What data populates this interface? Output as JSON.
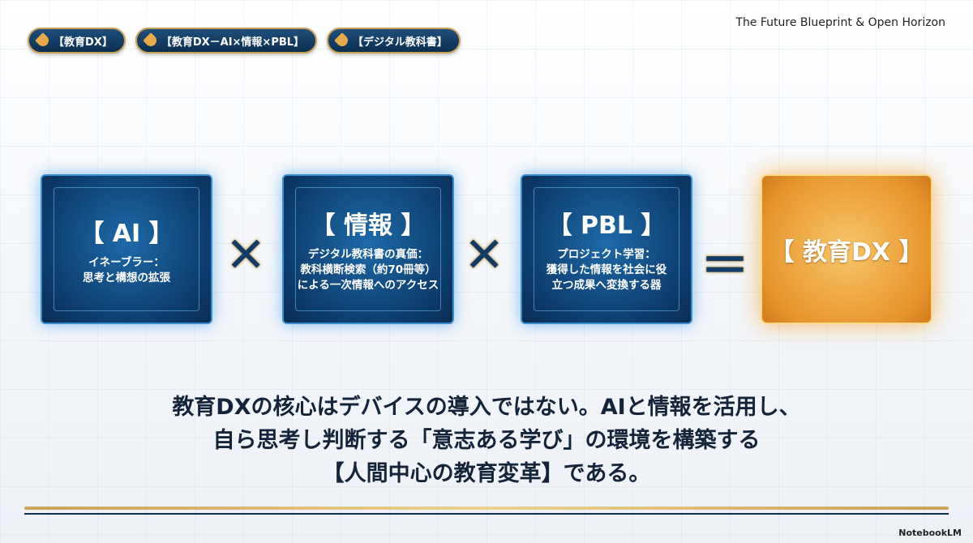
{
  "header": {
    "brand": "The Future Blueprint & Open Horizon"
  },
  "tags": [
    "【教育DX】",
    "【教育DX－AI×情報×PBL】",
    "【デジタル教科書】"
  ],
  "boxes": [
    {
      "title": "【 AI 】",
      "lines": [
        "イネーブラー：",
        "思考と構想の拡張"
      ]
    },
    {
      "title": "【 情報 】",
      "lines": [
        "デジタル教科書の真価：",
        "教科横断検索（約70冊等）",
        "による一次情報へのアクセス"
      ]
    },
    {
      "title": "【 PBL 】",
      "lines": [
        "プロジェクト学習：",
        "獲得した情報を社会に役",
        "立つ成果へ変換する器"
      ]
    }
  ],
  "operators": {
    "times": "✕",
    "equals": "＝"
  },
  "result": "【 教育DX 】",
  "summary": [
    "教育DXの核心はデバイスの導入ではない。AIと情報を活用し、",
    "自ら思考し判断する「意志ある学び」の環境を構築する",
    "【人間中心の教育変革】である。"
  ],
  "watermark": "NotebookLM"
}
